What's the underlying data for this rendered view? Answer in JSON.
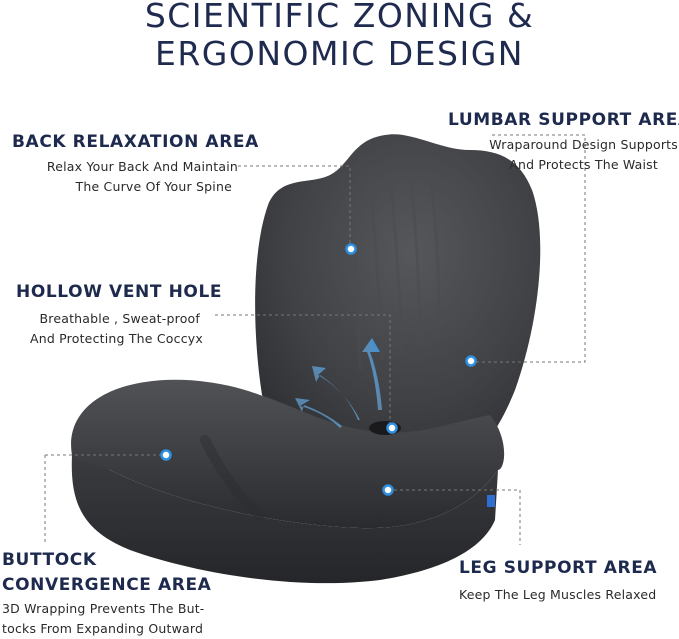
{
  "title": {
    "line1": "SCIENTIFIC ZONING &",
    "line2": "ERGONOMIC DESIGN"
  },
  "callouts": {
    "back": {
      "heading": "BACK RELAXATION AREA",
      "desc1": "Relax Your Back And Maintain",
      "desc2": "The Curve Of Your Spine"
    },
    "lumbar": {
      "heading": "LUMBAR SUPPORT AREA",
      "desc1": "Wraparound Design Supports",
      "desc2": "And Protects The Waist"
    },
    "vent": {
      "heading": "HOLLOW VENT HOLE",
      "desc1": "Breathable , Sweat-proof",
      "desc2": "And Protecting The Coccyx"
    },
    "buttock": {
      "heading1": "BUTTOCK",
      "heading2": "CONVERGENCE AREA",
      "desc1": "3D Wrapping Prevents The But-",
      "desc2": "tocks From Expanding Outward"
    },
    "leg": {
      "heading": "LEG SUPPORT AREA",
      "desc1": "Keep The Leg Muscles Relaxed"
    }
  },
  "colors": {
    "navy": "#1e2a4d",
    "accent_blue": "#2e8fe0",
    "cushion": "#3a3b3e"
  }
}
